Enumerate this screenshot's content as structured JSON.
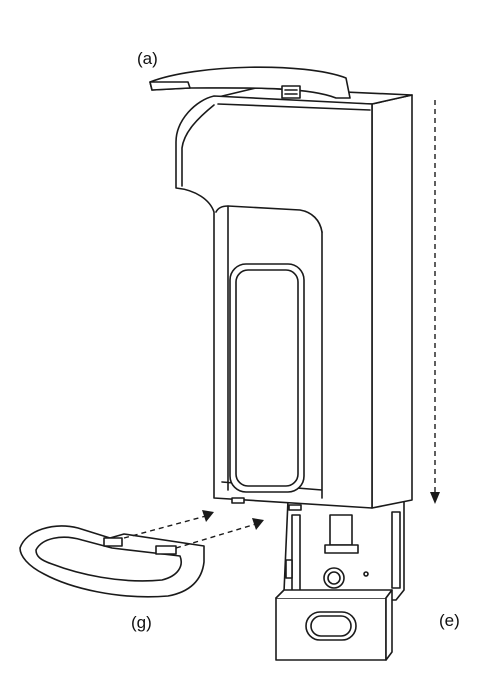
{
  "labels": {
    "a": "(a)",
    "g": "(g)",
    "e": "(e)"
  },
  "colors": {
    "stroke": "#1a1a1a",
    "fill": "#ffffff",
    "text": "#111111"
  }
}
